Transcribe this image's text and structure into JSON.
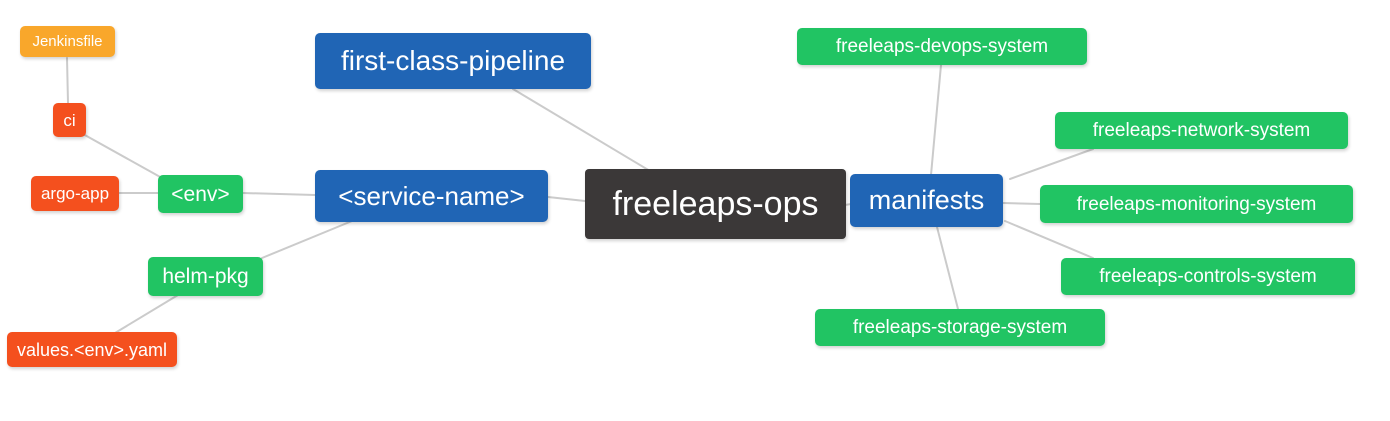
{
  "diagram": {
    "type": "mindmap",
    "root": "freeleaps-ops"
  },
  "colors": {
    "root_dark": "#3b3838",
    "branch_blue": "#2065b5",
    "leaf_green": "#21c463",
    "leaf_red": "#f4501e",
    "leaf_orange": "#f9a72b",
    "edge_gray": "#cbcbcb"
  },
  "nodes": {
    "root": {
      "label": "freeleaps-ops",
      "color": "#3b3838"
    },
    "first_class_pipeline": {
      "label": "first-class-pipeline",
      "color": "#2065b5"
    },
    "service_name": {
      "label": "<service-name>",
      "color": "#2065b5"
    },
    "manifests": {
      "label": "manifests",
      "color": "#2065b5"
    },
    "env": {
      "label": "<env>",
      "color": "#21c463"
    },
    "helm_pkg": {
      "label": "helm-pkg",
      "color": "#21c463"
    },
    "ci": {
      "label": "ci",
      "color": "#f4501e"
    },
    "argo_app": {
      "label": "argo-app",
      "color": "#f4501e"
    },
    "jenkinsfile": {
      "label": "Jenkinsfile",
      "color": "#f9a72b"
    },
    "values_env_yaml": {
      "label": "values.<env>.yaml",
      "color": "#f4501e"
    },
    "devops_system": {
      "label": "freeleaps-devops-system",
      "color": "#21c463"
    },
    "network_system": {
      "label": "freeleaps-network-system",
      "color": "#21c463"
    },
    "monitoring_system": {
      "label": "freeleaps-monitoring-system",
      "color": "#21c463"
    },
    "controls_system": {
      "label": "freeleaps-controls-system",
      "color": "#21c463"
    },
    "storage_system": {
      "label": "freeleaps-storage-system",
      "color": "#21c463"
    }
  },
  "edges": [
    {
      "from": "jenkinsfile",
      "to": "ci"
    },
    {
      "from": "ci",
      "to": "env"
    },
    {
      "from": "argo_app",
      "to": "env"
    },
    {
      "from": "env",
      "to": "service_name"
    },
    {
      "from": "helm_pkg",
      "to": "service_name"
    },
    {
      "from": "values_env_yaml",
      "to": "helm_pkg"
    },
    {
      "from": "service_name",
      "to": "root"
    },
    {
      "from": "first_class_pipeline",
      "to": "root"
    },
    {
      "from": "root",
      "to": "manifests"
    },
    {
      "from": "manifests",
      "to": "devops_system"
    },
    {
      "from": "manifests",
      "to": "network_system"
    },
    {
      "from": "manifests",
      "to": "monitoring_system"
    },
    {
      "from": "manifests",
      "to": "controls_system"
    },
    {
      "from": "manifests",
      "to": "storage_system"
    }
  ]
}
